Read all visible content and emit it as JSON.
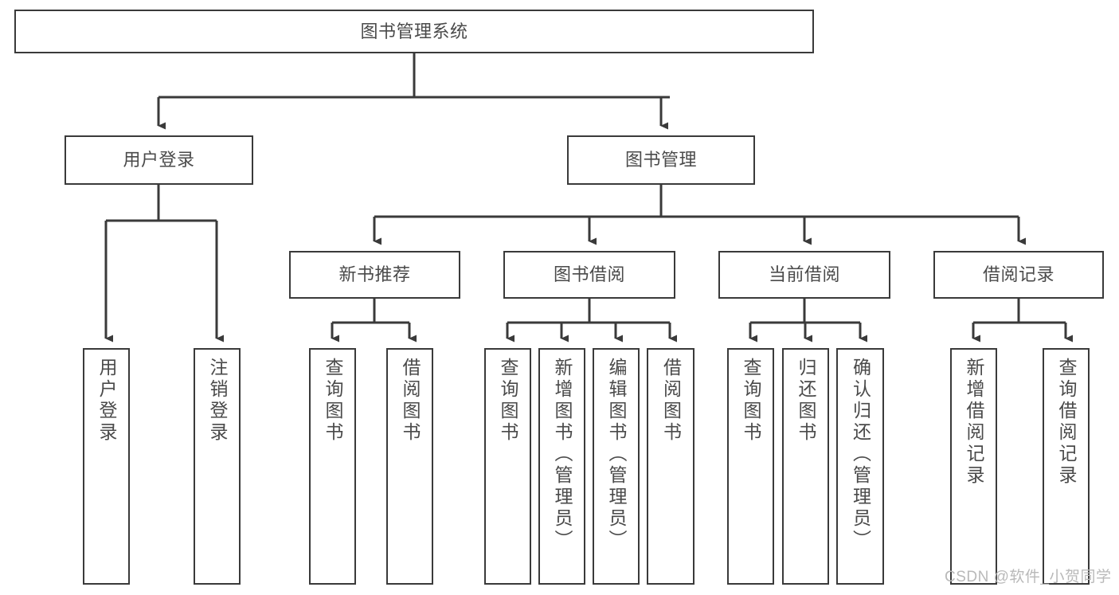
{
  "diagram": {
    "title": "图书管理系统",
    "type": "tree-hierarchy-chart",
    "colors": {
      "box_border": "#3a3a3a",
      "box_fill": "#ffffff",
      "connector": "#3a3a3a",
      "text": "#4a4a4a",
      "watermark": "#b9b9b9",
      "background": "#ffffff"
    },
    "root": {
      "label": "图书管理系统"
    },
    "level2": [
      {
        "label": "用户登录"
      },
      {
        "label": "图书管理"
      }
    ],
    "level3": [
      {
        "label": "新书推荐"
      },
      {
        "label": "图书借阅"
      },
      {
        "label": "当前借阅"
      },
      {
        "label": "借阅记录"
      }
    ],
    "leaves": {
      "user_login": [
        {
          "label": "用户登录"
        },
        {
          "label": "注销登录"
        }
      ],
      "new_book_recommend": [
        {
          "label": "查询图书"
        },
        {
          "label": "借阅图书"
        }
      ],
      "book_borrow": [
        {
          "label": "查询图书"
        },
        {
          "label": "新增图书（管理员）"
        },
        {
          "label": "编辑图书（管理员）"
        },
        {
          "label": "借阅图书"
        }
      ],
      "current_borrow": [
        {
          "label": "查询图书"
        },
        {
          "label": "归还图书"
        },
        {
          "label": "确认归还（管理员）"
        }
      ],
      "borrow_record": [
        {
          "label": "新增借阅记录"
        },
        {
          "label": "查询借阅记录"
        }
      ]
    },
    "watermark": "CSDN @软件_小贺同学"
  }
}
